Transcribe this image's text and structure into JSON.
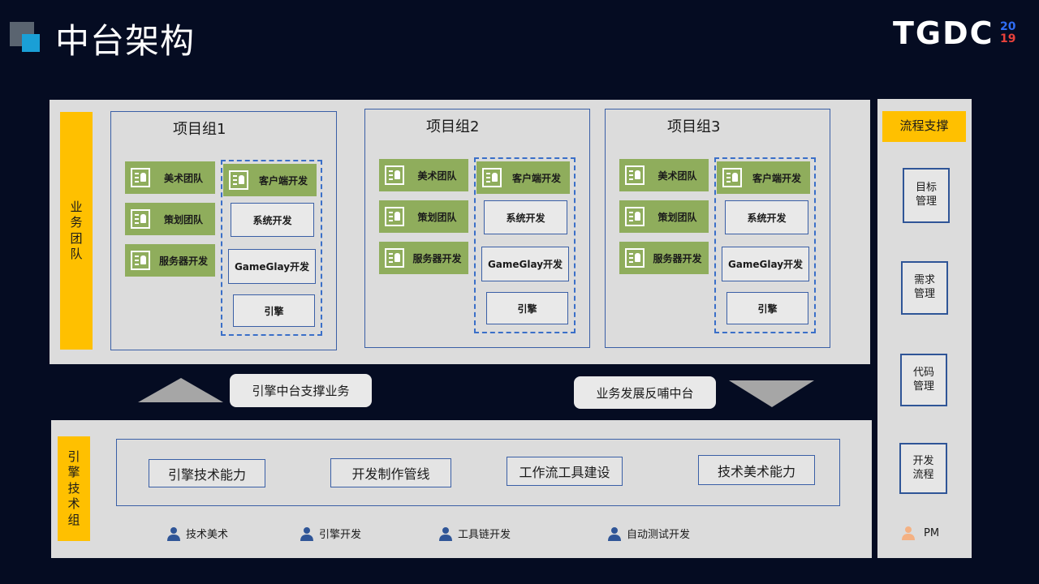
{
  "page": {
    "title": "中台架构",
    "brand": {
      "text": "TGDC",
      "year_top": "20",
      "year_bottom": "19"
    }
  },
  "business": {
    "side_label": "业务团队",
    "groups": [
      {
        "title": "项目组1",
        "teams": [
          "美术团队",
          "策划团队",
          "服务器开发"
        ],
        "dev": [
          "客户端开发",
          "系统开发",
          "GameGlay开发",
          "引擎"
        ]
      },
      {
        "title": "项目组2",
        "teams": [
          "美术团队",
          "策划团队",
          "服务器开发"
        ],
        "dev": [
          "客户端开发",
          "系统开发",
          "GameGlay开发",
          "引擎"
        ]
      },
      {
        "title": "项目组3",
        "teams": [
          "美术团队",
          "策划团队",
          "服务器开发"
        ],
        "dev": [
          "客户端开发",
          "系统开发",
          "GameGlay开发",
          "引擎"
        ]
      }
    ]
  },
  "flows": {
    "support": "引擎中台支撑业务",
    "feedback": "业务发展反哺中台"
  },
  "engine": {
    "side_label": "引擎技术组",
    "capabilities": [
      "引擎技术能力",
      "开发制作管线",
      "工作流工具建设",
      "技术美术能力"
    ],
    "roles": [
      "技术美术",
      "引擎开发",
      "工具链开发",
      "自动测试开发"
    ]
  },
  "process": {
    "title": "流程支撑",
    "items": [
      "目标管理",
      "需求管理",
      "代码管理",
      "开发流程"
    ],
    "role": "PM"
  },
  "colors": {
    "background": "#050c22",
    "panel": "#dcdcdc",
    "accent_yellow": "#ffc000",
    "team_green": "#8fad5c",
    "border_blue": "#3a5fa6",
    "person_blue": "#2f5597",
    "person_orange": "#f4b183"
  }
}
